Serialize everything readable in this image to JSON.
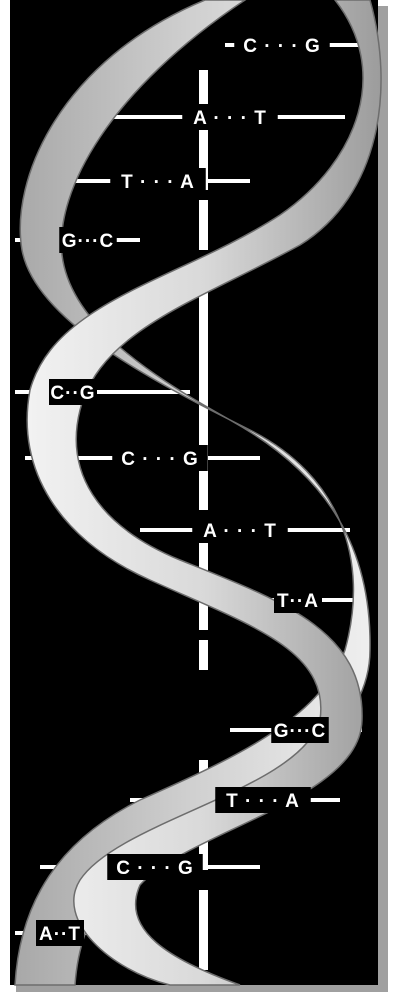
{
  "diagram": {
    "colors": {
      "background": "#000000",
      "ribbon": "#d9d9d9",
      "ribbon_shadow": "#8a8a8a",
      "rungs": "#ffffff",
      "frame_shadow": "#9a9a9a"
    },
    "base_pairs": [
      {
        "left": "C",
        "right": "G",
        "text": "C · · · G"
      },
      {
        "left": "A",
        "right": "T",
        "text": "A · · · T"
      },
      {
        "left": "T",
        "right": "A",
        "text": "T · · · A"
      },
      {
        "left": "G",
        "right": "C",
        "text": "G···C"
      },
      {
        "left": "C",
        "right": "G",
        "text": "C··G"
      },
      {
        "left": "C",
        "right": "G",
        "text": "C · · · G"
      },
      {
        "left": "A",
        "right": "T",
        "text": "A · · · T"
      },
      {
        "left": "T",
        "right": "A",
        "text": "T··A"
      },
      {
        "left": "G",
        "right": "C",
        "text": "G···C"
      },
      {
        "left": "T",
        "right": "A",
        "text": "T · · · A"
      },
      {
        "left": "C",
        "right": "G",
        "text": "C · · · G"
      },
      {
        "left": "A",
        "right": "T",
        "text": "A··T"
      }
    ]
  }
}
